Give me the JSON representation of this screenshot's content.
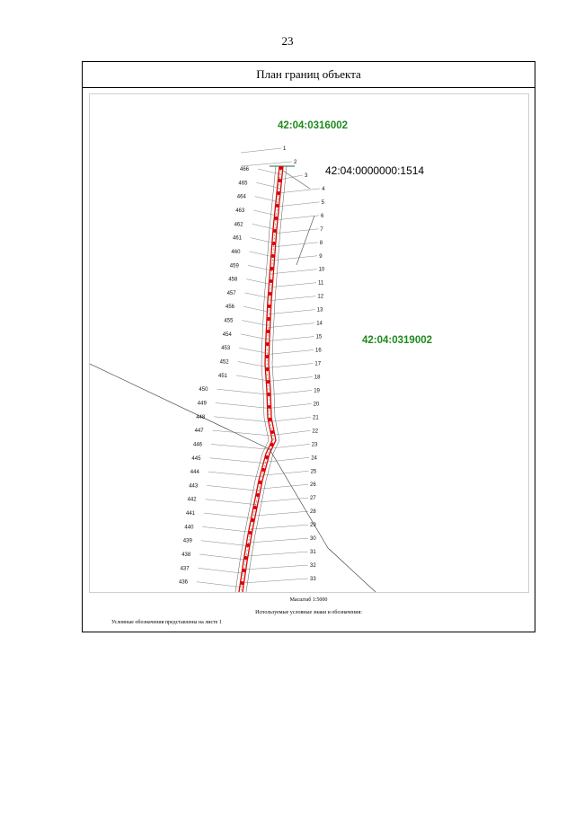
{
  "page_number": "23",
  "title": "План границ объекта",
  "parcels": {
    "north": "42:04:0316002",
    "east": "42:04:0319002",
    "main": "42:04:0000000:1514"
  },
  "scale_text": "Масштаб 1:5000",
  "legend_heading": "Используемые условные знаки и обозначения:",
  "legend_note": "Условные обозначения представлены на листе 1",
  "colors": {
    "parcel_label": "#1e8a1e",
    "boundary": "#e00000",
    "frame": "#000000"
  },
  "right_points": [
    "1",
    "2",
    "3",
    "4",
    "5",
    "6",
    "7",
    "8",
    "9",
    "10",
    "11",
    "12",
    "13",
    "14",
    "15",
    "16",
    "17",
    "18",
    "19",
    "20",
    "21",
    "22",
    "23",
    "24",
    "25",
    "26",
    "27",
    "28",
    "29",
    "30",
    "31",
    "32",
    "33"
  ],
  "left_points": [
    "466",
    "465",
    "464",
    "463",
    "462",
    "461",
    "460",
    "459",
    "458",
    "457",
    "456",
    "455",
    "454",
    "453",
    "452",
    "451",
    "450",
    "449",
    "448",
    "447",
    "446",
    "445",
    "444",
    "443",
    "442",
    "441",
    "440",
    "439",
    "438",
    "437",
    "436"
  ]
}
